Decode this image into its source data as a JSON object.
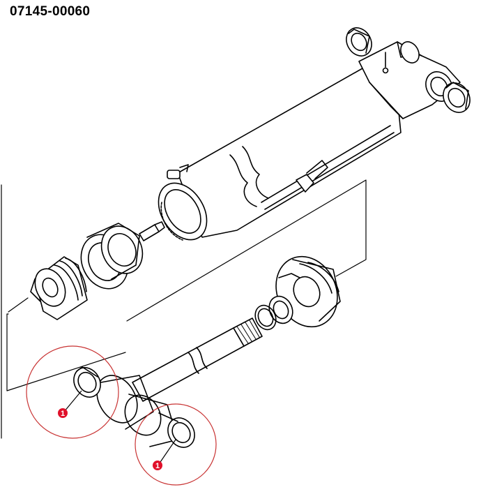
{
  "header": {
    "part_number": "07145-00060"
  },
  "callouts": [
    {
      "label": "1"
    },
    {
      "label": "1"
    }
  ],
  "colors": {
    "line": "#000000",
    "fill": "#ffffff",
    "highlight_circle": "#c83232",
    "marker": "#e0102a"
  },
  "icons": [
    "cylinder-head-icon",
    "seal-ring-icon",
    "piston-icon",
    "rod-icon",
    "barrel-icon"
  ]
}
